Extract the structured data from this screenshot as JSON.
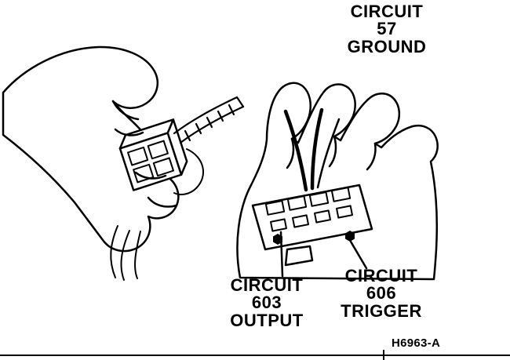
{
  "colors": {
    "ink": "#000000",
    "paper": "#ffffff"
  },
  "callouts": {
    "ground": {
      "line1": "CIRCUIT",
      "line2": "57",
      "line3": "GROUND"
    },
    "output": {
      "line1": "CIRCUIT",
      "line2": "603",
      "line3": "OUTPUT"
    },
    "trigger": {
      "line1": "CIRCUIT",
      "line2": "606",
      "line3": "TRIGGER"
    }
  },
  "figure_ref": "H6963-A",
  "illustration": {
    "left_icon": "hand-holding-two-pin-connector-icon",
    "right_icon": "hand-holding-multi-pin-connector-icon"
  }
}
